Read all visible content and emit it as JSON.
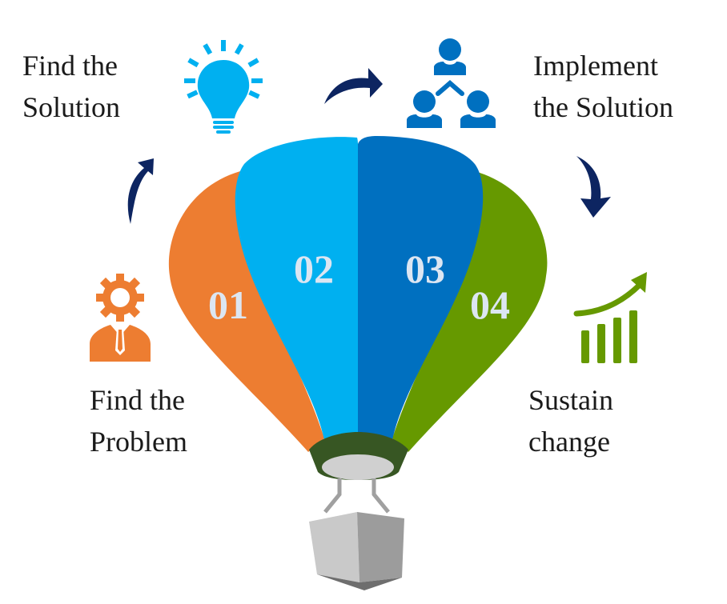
{
  "diagram": {
    "type": "hot-air-balloon process infographic",
    "colors": {
      "orange": "#ED7D31",
      "light_blue": "#00B0F0",
      "blue": "#0070C0",
      "green": "#669900",
      "arrow_navy": "#0D2561",
      "number_text": "#DCE6F2",
      "burner_dark_green": "#375623",
      "burner_plate": "#D0D0D0",
      "basket_light": "#C9C9C9",
      "basket_mid": "#9C9C9C",
      "basket_dark": "#6E6E6E"
    },
    "steps": [
      {
        "number": "01",
        "title_line1": "Find the",
        "title_line2": "Problem",
        "icon": "gear-head-person-icon",
        "color": "#ED7D31"
      },
      {
        "number": "02",
        "title_line1": "Find the",
        "title_line2": "Solution",
        "icon": "lightbulb-icon",
        "color": "#00B0F0"
      },
      {
        "number": "03",
        "title_line1": "Implement",
        "title_line2": "the Solution",
        "icon": "team-network-icon",
        "color": "#0070C0"
      },
      {
        "number": "04",
        "title_line1": "Sustain",
        "title_line2": "change",
        "icon": "growth-chart-icon",
        "color": "#669900"
      }
    ],
    "arrows": [
      "curved-arrow-up",
      "curved-arrow-right",
      "curved-arrow-down"
    ]
  }
}
